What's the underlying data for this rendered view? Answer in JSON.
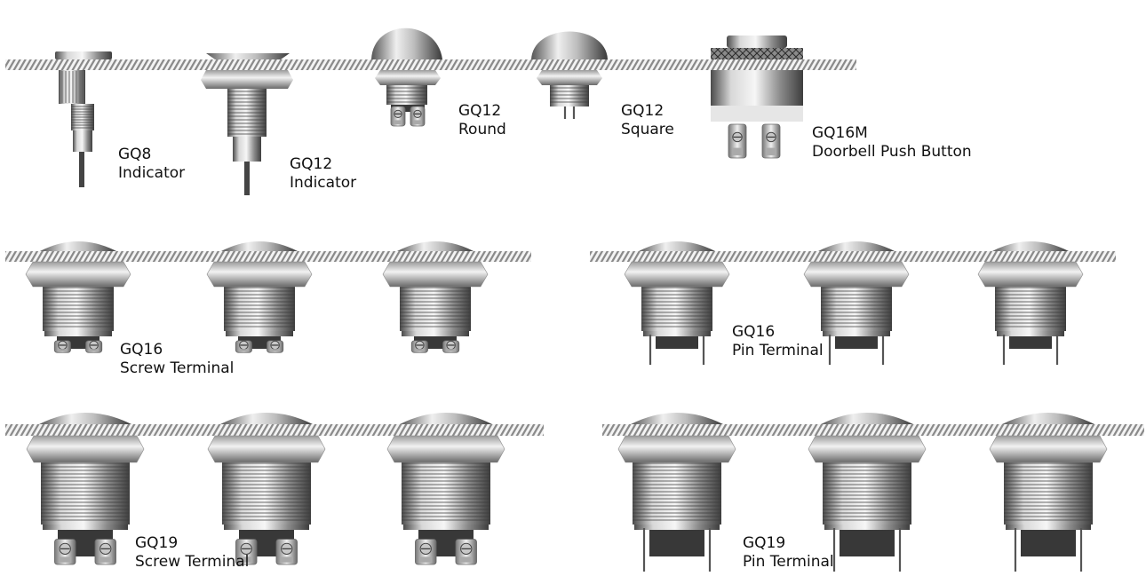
{
  "labels": {
    "gq8_indicator": {
      "model": "GQ8",
      "type": "Indicator"
    },
    "gq12_indicator": {
      "model": "GQ12",
      "type": "Indicator"
    },
    "gq12_round": {
      "model": "GQ12",
      "type": "Round"
    },
    "gq12_square": {
      "model": "GQ12",
      "type": "Square"
    },
    "gq16m_doorbell": {
      "model": "GQ16M",
      "type": "Doorbell Push Button"
    },
    "gq16_screw": {
      "model": "GQ16",
      "type": "Screw Terminal"
    },
    "gq16_pin": {
      "model": "GQ16",
      "type": "Pin Terminal"
    },
    "gq19_screw": {
      "model": "GQ19",
      "type": "Screw Terminal"
    },
    "gq19_pin": {
      "model": "GQ19",
      "type": "Pin Terminal"
    }
  },
  "colors": {
    "panel_stripe": "#8a8a8a",
    "metal_dark": "#4a4a4a",
    "metal_light": "#f2f2f2",
    "terminal_block": "#383838",
    "text": "#111111"
  },
  "icons": [
    "push-button-switch-icon",
    "screw-terminal-icon",
    "pin-terminal-icon",
    "panel-section-icon"
  ]
}
